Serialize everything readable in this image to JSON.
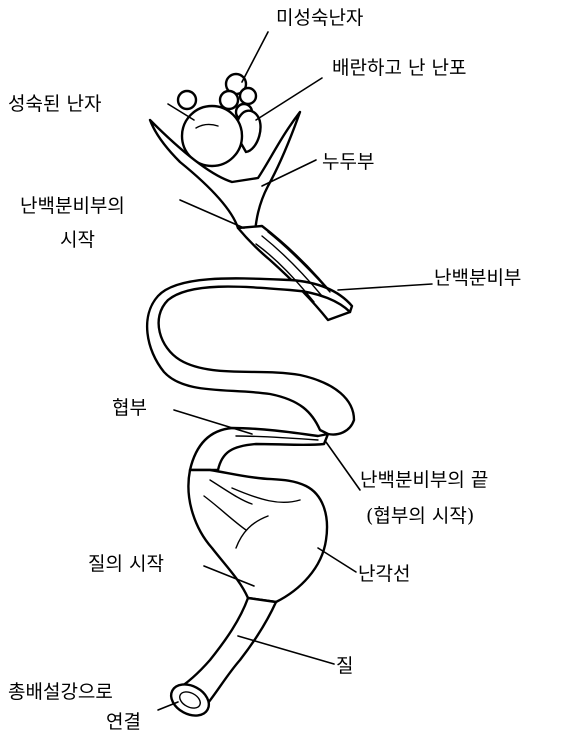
{
  "labels": {
    "immature_yolk": "미성숙난자",
    "ovulated_follicle": "배란하고 난 난포",
    "mature_yolk": "성숙된 난자",
    "infundibulum": "누두부",
    "magnum_start_1": "난백분비부의",
    "magnum_start_2": "시작",
    "magnum": "난백분비부",
    "isthmus": "협부",
    "magnum_end_1": "난백분비부의 끝",
    "magnum_end_2": "(협부의 시작)",
    "vagina_start": "질의 시작",
    "shell_gland": "난각선",
    "vagina": "질",
    "cloaca_1": "총배설강으로",
    "cloaca_2": "연결"
  }
}
